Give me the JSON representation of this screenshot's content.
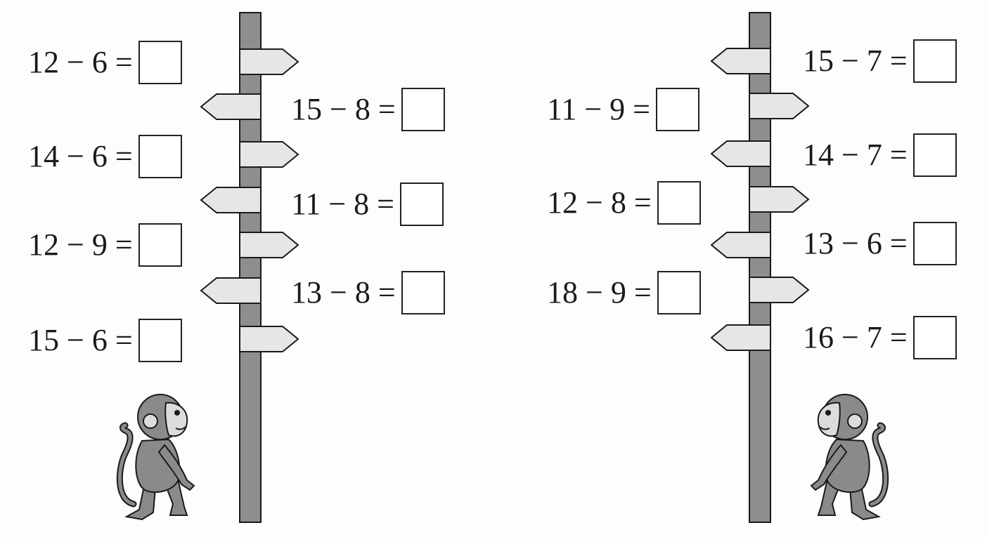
{
  "colors": {
    "post": "#8e8e8e",
    "sign": "#e6e6e6",
    "outline": "#1a1a1a",
    "monkey": "#8a8a8a",
    "monkey_face": "#dcdcdc"
  },
  "left_signpost": {
    "left_exercises": [
      {
        "text": "12 − 6 ="
      },
      {
        "text": "14 − 6 ="
      },
      {
        "text": "12 − 9 ="
      },
      {
        "text": "15 − 6 ="
      }
    ],
    "right_exercises": [
      {
        "text": "15 − 8 ="
      },
      {
        "text": "11 − 8 ="
      },
      {
        "text": "13 − 8 ="
      }
    ]
  },
  "right_signpost": {
    "left_exercises": [
      {
        "text": "11 − 9 ="
      },
      {
        "text": "12 − 8 ="
      },
      {
        "text": "18 − 9 ="
      }
    ],
    "right_exercises": [
      {
        "text": "15 − 7 ="
      },
      {
        "text": "14 − 7 ="
      },
      {
        "text": "13 − 6 ="
      },
      {
        "text": "16 − 7 ="
      }
    ]
  },
  "illustrations": {
    "left_monkey_icon": "monkey-icon",
    "right_monkey_icon": "monkey-icon"
  }
}
